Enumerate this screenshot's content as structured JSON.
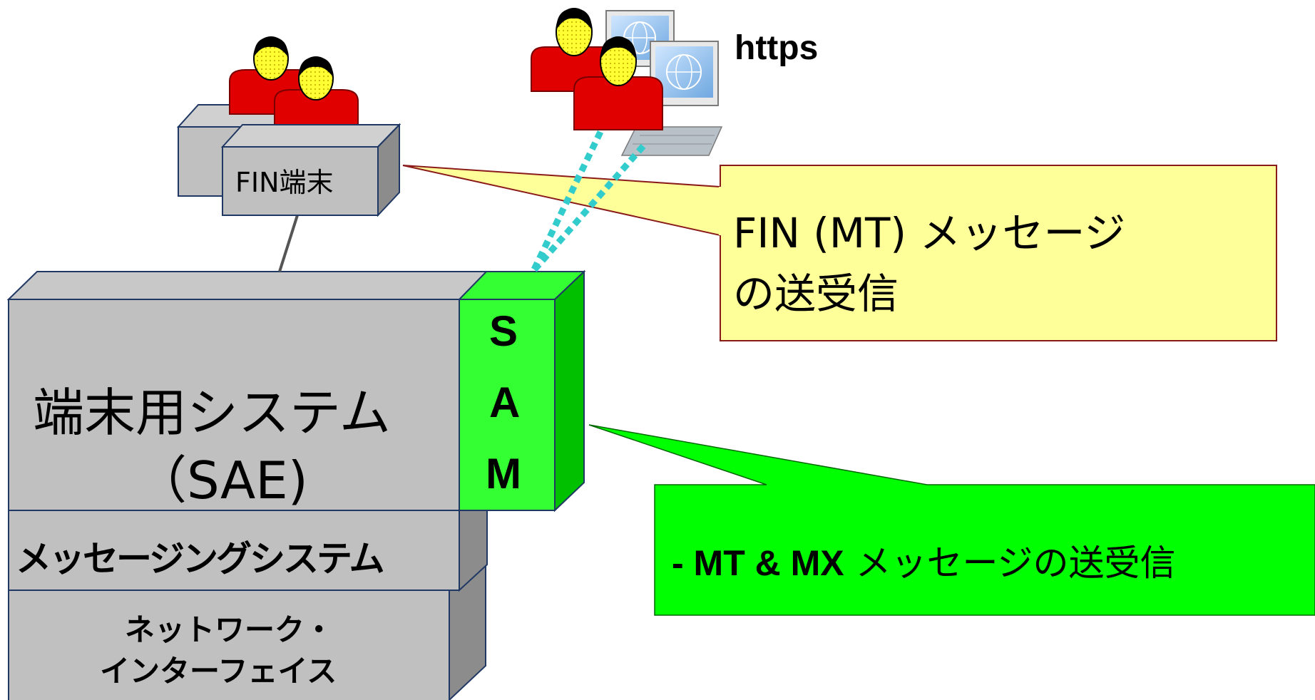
{
  "labels": {
    "https": "https",
    "fin_terminal": "FIN端末",
    "fin_callout_line1": "FIN (MT) メッセージ",
    "fin_callout_line2": "の送受信",
    "sae_line1": "端末用システム",
    "sae_line2": "（SAE)",
    "sam_letters": [
      "S",
      "A",
      "M"
    ],
    "messaging_system": "メッセージングシステム",
    "network_line1": "ネットワーク・",
    "network_line2": "インターフェイス",
    "mx_callout_bold": "- MT & MX",
    "mx_callout_rest": " メッセージの送受信"
  },
  "colors": {
    "block_face": "#c0c0c0",
    "block_side": "#8c8c8c",
    "block_edge": "#1f3864",
    "sam_face": "#33ff33",
    "sam_side": "#00c000",
    "callout_yellow": "#ffff99",
    "callout_yellow_border": "#8b1a1a",
    "callout_green": "#00ff00",
    "dotted_link": "#33cccc",
    "person_shirt": "#e00000",
    "person_head": "#ffff33",
    "person_hair": "#000000"
  },
  "icons": [
    "user-group-icon",
    "computer-user-icon",
    "monitor-icon"
  ]
}
